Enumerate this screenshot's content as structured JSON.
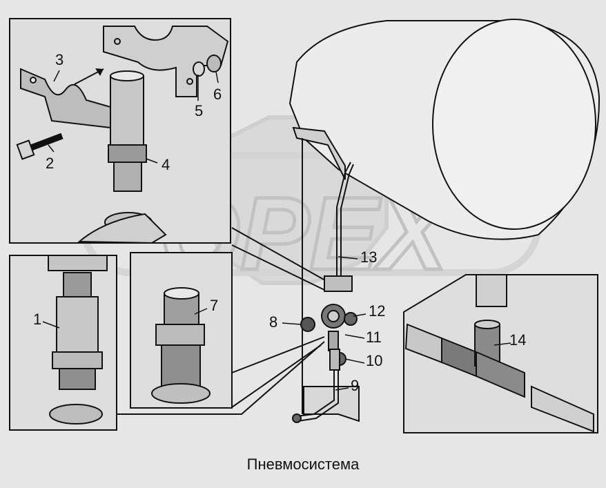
{
  "caption": "Пневмосистема",
  "callouts": {
    "c1": "1",
    "c2": "2",
    "c3": "3",
    "c4": "4",
    "c5": "5",
    "c6": "6",
    "c7": "7",
    "c8": "8",
    "c9": "9",
    "c10": "10",
    "c11": "11",
    "c12": "12",
    "c13": "13",
    "c14": "14"
  },
  "watermark_text": "OPEX",
  "colors": {
    "background": "#e6e6e6",
    "panel": "#dcdcdc",
    "ink": "#111111",
    "watermark": "#c4c4c4"
  }
}
